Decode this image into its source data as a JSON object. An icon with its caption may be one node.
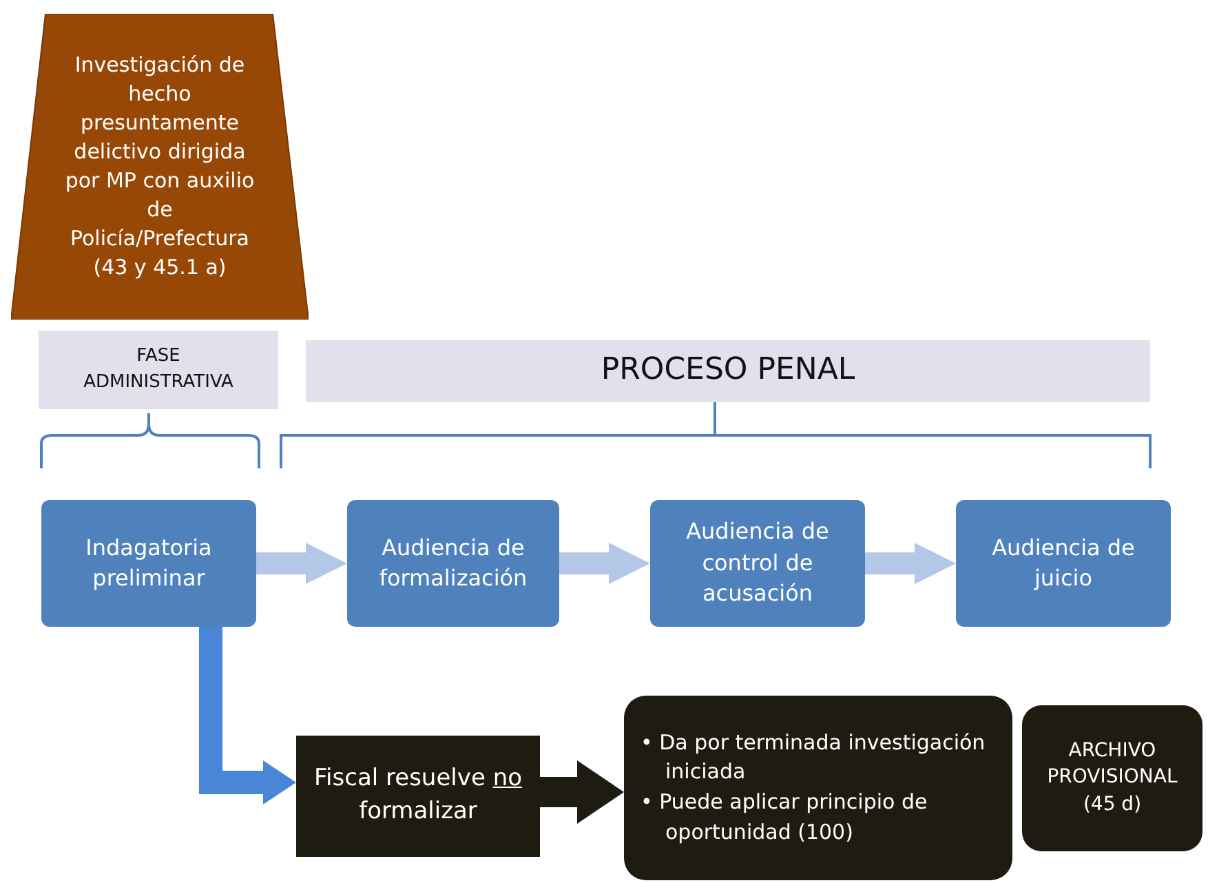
{
  "diagram": {
    "nodes": [
      {
        "text": [
          "Investigación de hecho presuntamente delictivo dirigida por MP con auxilio de Policía/Prefectura (43 y 45.1 a)"
        ]
      },
      {
        "text": [
          "FASE ADMINISTRATIVA"
        ]
      },
      {
        "text": [
          "PROCESO PENAL"
        ]
      },
      {
        "text": [
          "Indagatoria preliminar"
        ]
      },
      {
        "text": [
          "Audiencia de formalización"
        ]
      },
      {
        "text": [
          "Audiencia de control de acusación"
        ]
      },
      {
        "text": [
          "Audiencia de juicio"
        ]
      },
      {
        "text": [
          "Fiscal resuelve no formalizar"
        ]
      },
      {
        "text": [
          "• Da por terminada investigación iniciada",
          "• Puede aplicar principio de oportunidad (100)"
        ]
      },
      {
        "text": [
          "ARCHIVO PROVISIONAL (45 d)"
        ]
      }
    ],
    "edges": [
      {
        "from": 3,
        "to": 4,
        "arrow": "to"
      },
      {
        "from": 4,
        "to": 5,
        "arrow": "to"
      },
      {
        "from": 5,
        "to": 6,
        "arrow": "to"
      },
      {
        "from": 3,
        "to": 7,
        "arrow": "to",
        "color": "#4a86d8"
      },
      {
        "from": 7,
        "to": 8,
        "arrow": "to",
        "color": "#1e1b10"
      }
    ]
  }
}
